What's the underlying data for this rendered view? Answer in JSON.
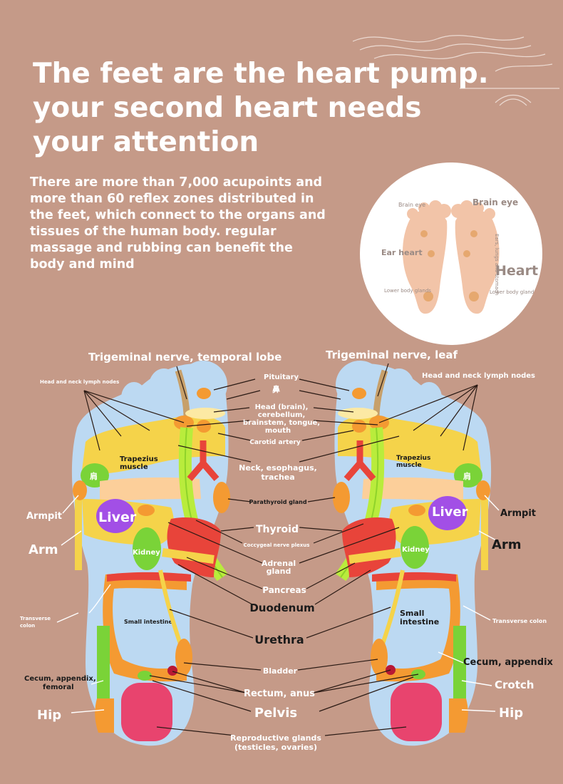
{
  "title_lines": [
    "The feet are the heart pump.",
    "your second heart needs",
    "your attention"
  ],
  "intro": "There are more than 7,000 acupoints and more than 60 reflex zones distributed in the feet, which connect to the organs and tissues of the human body. regular massage and rubbing can benefit the body and mind",
  "inset": {
    "brain_eye_left": "Brain eye",
    "brain_eye_right": "Brain eye",
    "ear_heart": "Ear heart",
    "ears_lungs": "Ears, lungs and stomach",
    "heart": "Heart",
    "lower_glands_left": "Lower body glands",
    "lower_glands_right": "Lower body glands"
  },
  "labels": {
    "trigeminal_left": "Trigeminal nerve, temporal lobe",
    "trigeminal_right": "Trigeminal nerve, leaf",
    "head_neck_left": "Head and neck lymph nodes",
    "head_neck_right": "Head and neck lymph nodes",
    "pituitary": "Pituitary",
    "nose_glyph": "鼻",
    "head_brain": "Head (brain),",
    "cerebellum": "cerebellum,",
    "brainstem": "brainstem, tongue,",
    "mouth": "mouth",
    "carotid": "Carotid artery",
    "neck": "Neck, esophagus,",
    "trachea": "trachea",
    "parathyroid": "Parathyroid gland",
    "thyroid": "Thyroid",
    "coccygeal": "Coccygeal nerve plexus",
    "adrenal": "Adrenal",
    "gland": "gland",
    "pancreas": "Pancreas",
    "duodenum": "Duodenum",
    "urethra": "Urethra",
    "bladder": "Bladder",
    "rectum": "Rectum, anus",
    "pelvis": "Pelvis",
    "reproductive": "Reproductive glands",
    "testicles": "(testicles, ovaries)",
    "trapezius": "Trapezius",
    "muscle": "muscle",
    "shoulder_glyph": "肩",
    "armpit": "Armpit",
    "arm": "Arm",
    "liver": "Liver",
    "kidney": "Kidney",
    "transverse_left": "Transverse",
    "colon": "colon",
    "transverse_right": "Transverse colon",
    "small_intestine_left": "Small intestine",
    "small": "Small",
    "intestine": "intestine",
    "cecum_left": "Cecum, appendix,",
    "femoral": "femoral",
    "cecum_right": "Cecum, appendix",
    "crotch": "Crotch",
    "hip": "Hip"
  },
  "colors": {
    "background": "#c59a88",
    "foot_base": "#bcd9f2",
    "yellow_zone": "#f5d34a",
    "light_yellow": "#fbe9a0",
    "orange": "#f49a32",
    "red": "#e8443a",
    "green": "#7ad338",
    "purple": "#a24fe6",
    "pink": "#e8446e",
    "peach": "#fccf9a"
  }
}
